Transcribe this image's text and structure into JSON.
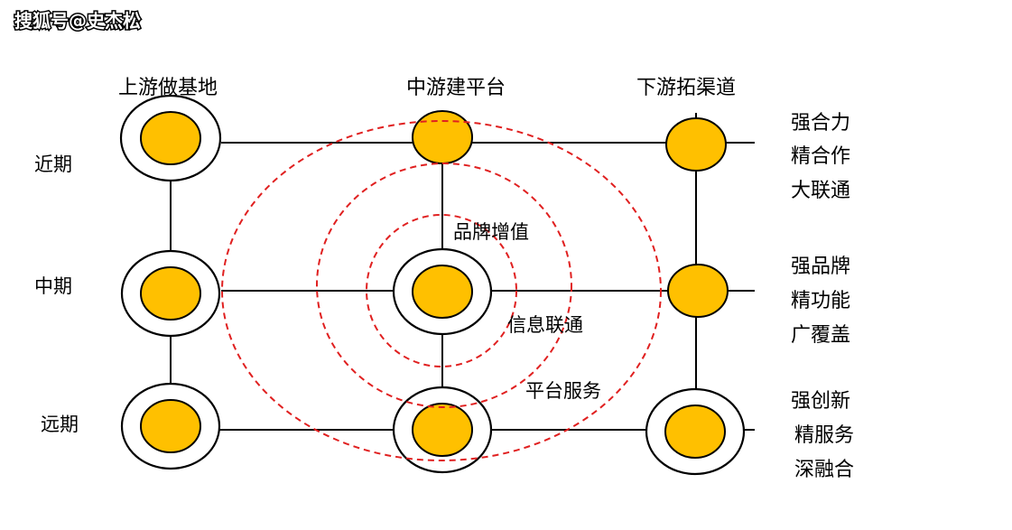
{
  "watermark": "搜狐号@史杰松",
  "columns": [
    "上游做基地",
    "中游建平台",
    "下游拓渠道"
  ],
  "rows": [
    "近期",
    "中期",
    "远期"
  ],
  "side_groups": [
    [
      "强合力",
      "精合作",
      "大联通"
    ],
    [
      "强品牌",
      "精功能",
      "广覆盖"
    ],
    [
      "强创新",
      "精服务",
      "深融合"
    ]
  ],
  "ring_labels": {
    "inner": "品牌增值",
    "middle": "信息联通",
    "outer": "平台服务"
  },
  "colors": {
    "node_fill": "#FFC000",
    "ring_stroke": "#E02020",
    "line": "#000000"
  }
}
